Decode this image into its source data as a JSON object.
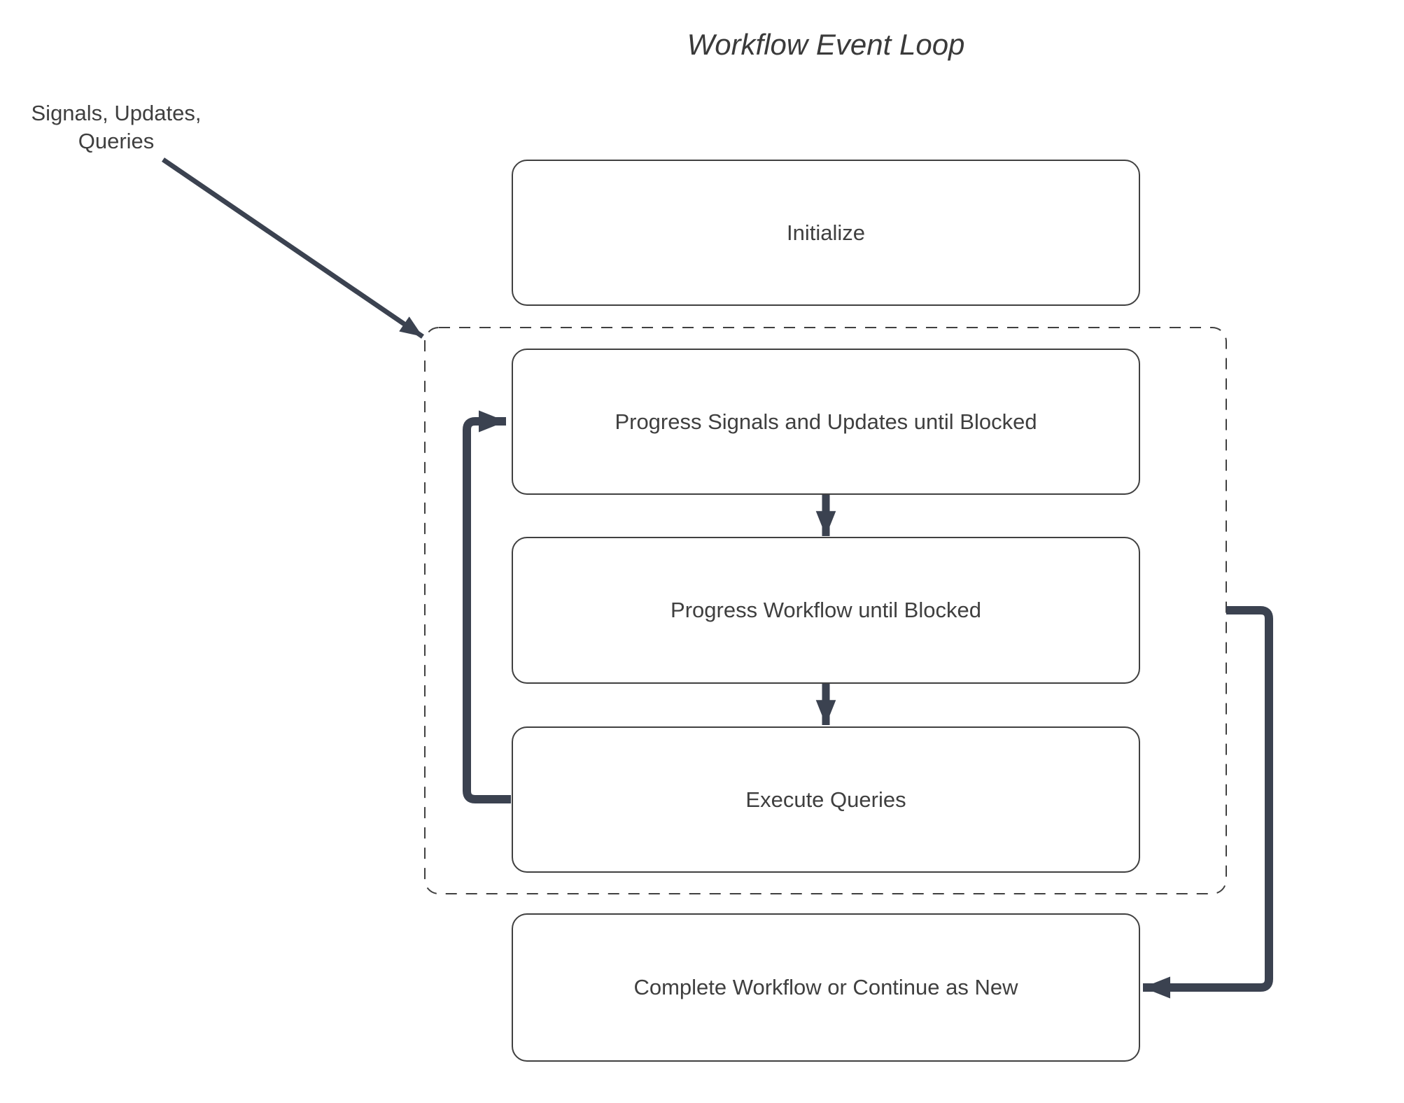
{
  "title": "Workflow Event Loop",
  "annotation": {
    "line1": "Signals, Updates,",
    "line2": "Queries"
  },
  "nodes": {
    "initialize": {
      "label": "Initialize"
    },
    "progress_signals": {
      "label": "Progress Signals and Updates until Blocked"
    },
    "progress_workflow": {
      "label": "Progress Workflow until Blocked"
    },
    "execute_queries": {
      "label": "Execute Queries"
    },
    "complete": {
      "label": "Complete Workflow or Continue as New"
    }
  },
  "edges": [
    {
      "from": "signals-updates-queries-annotation",
      "to": "event-loop-group",
      "type": "thin-diagonal-arrow"
    },
    {
      "from": "progress_signals",
      "to": "progress_workflow",
      "type": "down-arrow"
    },
    {
      "from": "progress_workflow",
      "to": "execute_queries",
      "type": "down-arrow"
    },
    {
      "from": "execute_queries",
      "to": "progress_signals",
      "type": "loop-back-left-arrow"
    },
    {
      "from": "event-loop-group",
      "to": "complete",
      "type": "loop-right-arrow"
    }
  ],
  "colors": {
    "background": "#ffffff",
    "box_border": "#404040",
    "box_text": "#3f3f3f",
    "title_text": "#3a3a3a",
    "connector": "#3b4250",
    "dashed_border": "#404040"
  }
}
